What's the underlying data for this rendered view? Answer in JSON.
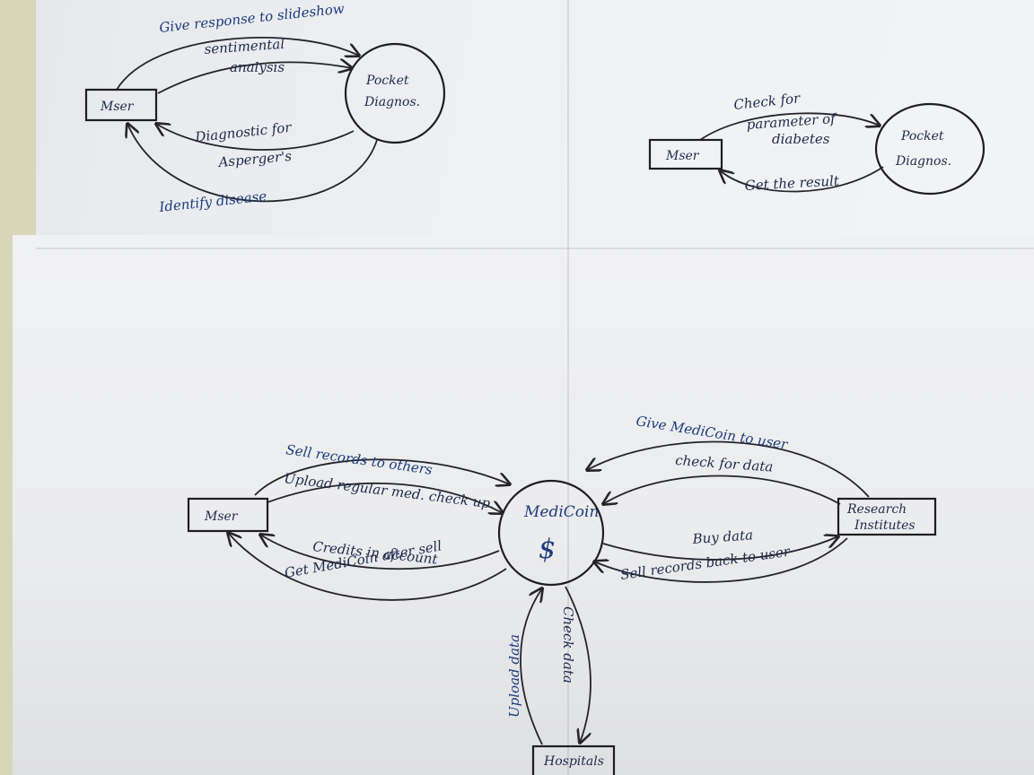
{
  "diagram_top_left": {
    "nodes": {
      "user": "Mser",
      "system_line1": "Pocket",
      "system_line2": "Diagnos."
    },
    "edges": {
      "give_response": "Give response to slideshow",
      "sentimental_line1": "sentimental",
      "sentimental_line2": "analysis",
      "diagnostic_line1": "Diagnostic for",
      "diagnostic_line2": "Asperger's",
      "identify_disease": "Identify disease"
    }
  },
  "diagram_top_right": {
    "nodes": {
      "user": "Mser",
      "system_line1": "Pocket",
      "system_line2": "Diagnos."
    },
    "edges": {
      "check_line1": "Check for",
      "check_line2": "parameter of",
      "check_line3": "diabetes",
      "get_result": "Get the result"
    }
  },
  "diagram_bottom": {
    "nodes": {
      "user": "Mser",
      "center": "MediCoin",
      "center_symbol": "$",
      "research_line1": "Research",
      "research_line2": "Institutes",
      "hospitals": "Hospitals"
    },
    "edges": {
      "sell_records": "Sell records to others",
      "upload_regular": "Upload regular med. check up.",
      "credits": "Credits in account",
      "get_medicoin": "Get MediCoin after sell",
      "give_medicoin": "Give MediCoin to user",
      "check_for_data": "check for data",
      "buy_data": "Buy data",
      "sell_back": "Sell records back to user",
      "upload_data": "Upload data",
      "check_data": "Check data"
    }
  }
}
